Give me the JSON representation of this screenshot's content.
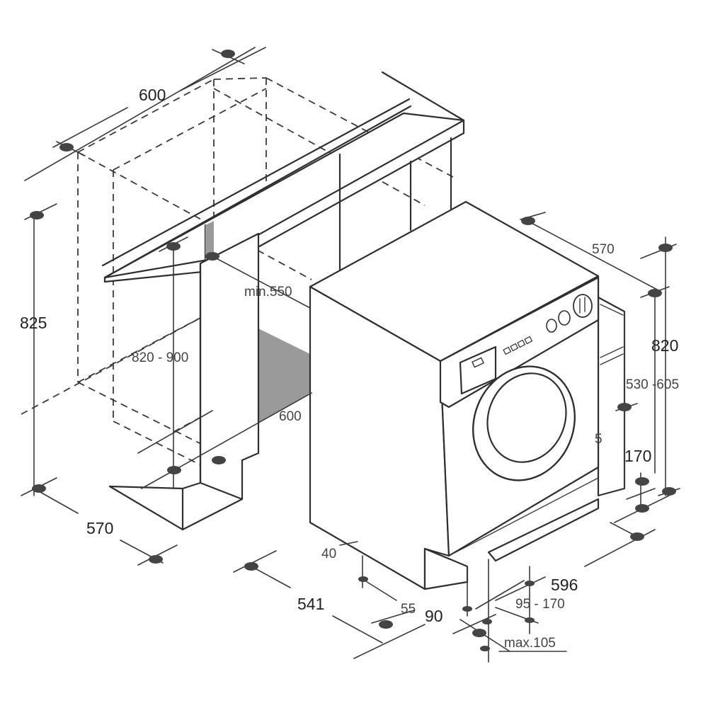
{
  "dimensions": {
    "niche_width": "600",
    "niche_height": "825",
    "niche_depth": "570",
    "min_depth": "min.550",
    "height_range": "820 - 900",
    "inner_width": "600",
    "floor_depth": "541",
    "machine_depth": "570",
    "machine_height": "820",
    "door_height_range": "530 -605",
    "plinth_height": "170",
    "machine_width": "596",
    "plinth_range": "95 - 170",
    "plinth_offset": "90",
    "plinth_recess": "max.105",
    "foot_offset": "40",
    "foot_spacing": "55",
    "hidden_digit": "5"
  },
  "colors": {
    "line": "#2f2f2f",
    "shade": "#9a9a9a",
    "dot": "#444444",
    "background": "#ffffff"
  }
}
